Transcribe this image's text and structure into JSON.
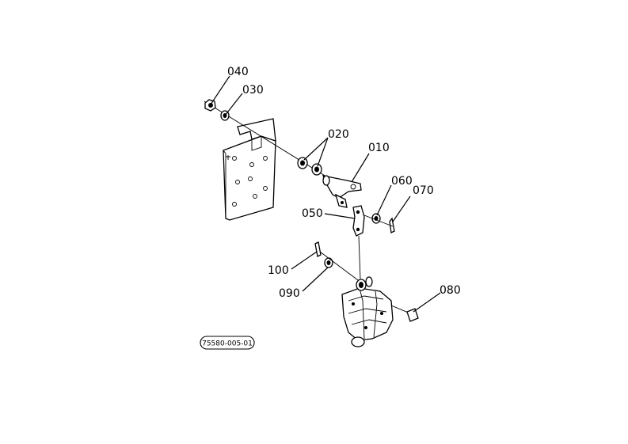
{
  "diagram": {
    "parts": [
      {
        "id": "p040",
        "label": "040"
      },
      {
        "id": "p030",
        "label": "030"
      },
      {
        "id": "p020",
        "label": "020"
      },
      {
        "id": "p010",
        "label": "010"
      },
      {
        "id": "p060",
        "label": "060"
      },
      {
        "id": "p070",
        "label": "070"
      },
      {
        "id": "p050",
        "label": "050"
      },
      {
        "id": "p100",
        "label": "100"
      },
      {
        "id": "p090",
        "label": "090"
      },
      {
        "id": "p080",
        "label": "080"
      }
    ],
    "reference_code": "75580-005-01"
  }
}
